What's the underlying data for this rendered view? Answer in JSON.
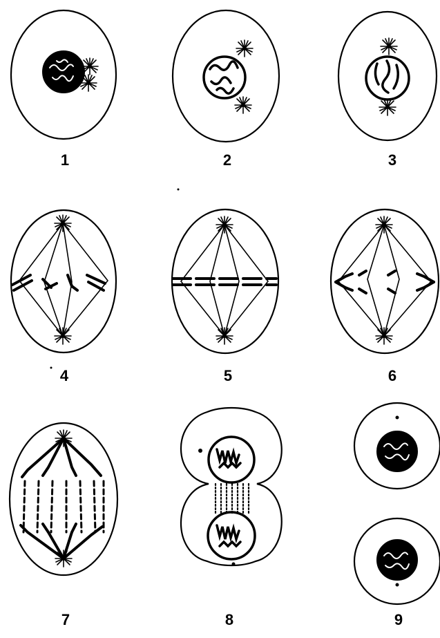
{
  "figure": {
    "stages": [
      {
        "id": "1",
        "label": "1"
      },
      {
        "id": "2",
        "label": "2"
      },
      {
        "id": "3",
        "label": "3"
      },
      {
        "id": "4",
        "label": "4"
      },
      {
        "id": "5",
        "label": "5"
      },
      {
        "id": "6",
        "label": "6"
      },
      {
        "id": "7",
        "label": "7"
      },
      {
        "id": "8",
        "label": "8"
      },
      {
        "id": "9",
        "label": "9"
      }
    ]
  },
  "colors": {
    "ink": "#000000",
    "background": "#ffffff"
  }
}
